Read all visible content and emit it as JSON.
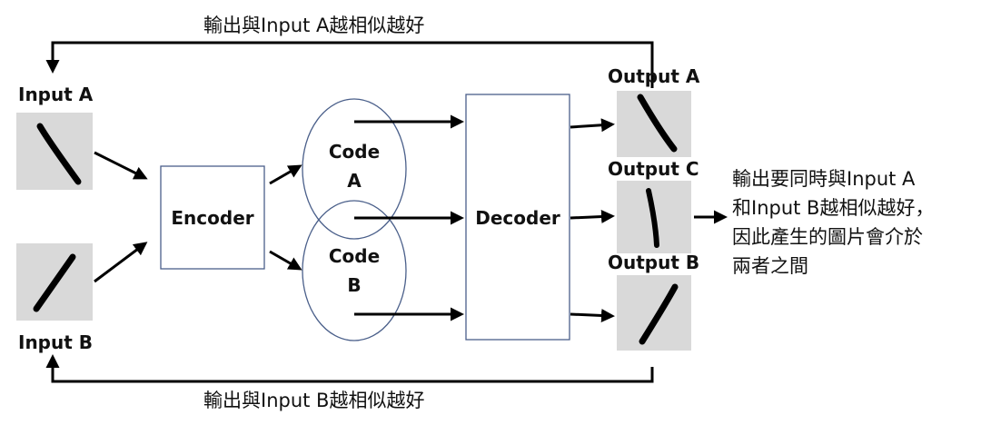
{
  "top_feedback": "輸出與Input A越相似越好",
  "bottom_feedback": "輸出與Input B越相似越好",
  "input_a_label": "Input A",
  "input_b_label": "Input B",
  "encoder_label": "Encoder",
  "decoder_label": "Decoder",
  "code_a": {
    "line1": "Code",
    "line2": "A"
  },
  "code_b": {
    "line1": "Code",
    "line2": "B"
  },
  "output_a_label": "Output A",
  "output_c_label": "Output C",
  "output_b_label": "Output B",
  "note_lines": [
    "輸出要同時與Input  A",
    "和Input B越相似越好，",
    "因此產生的圖片會介於",
    "兩者之間"
  ],
  "colors": {
    "box_border": "#4a5f8a",
    "image_bg": "#d9d9d9",
    "arrow": "#000000"
  }
}
